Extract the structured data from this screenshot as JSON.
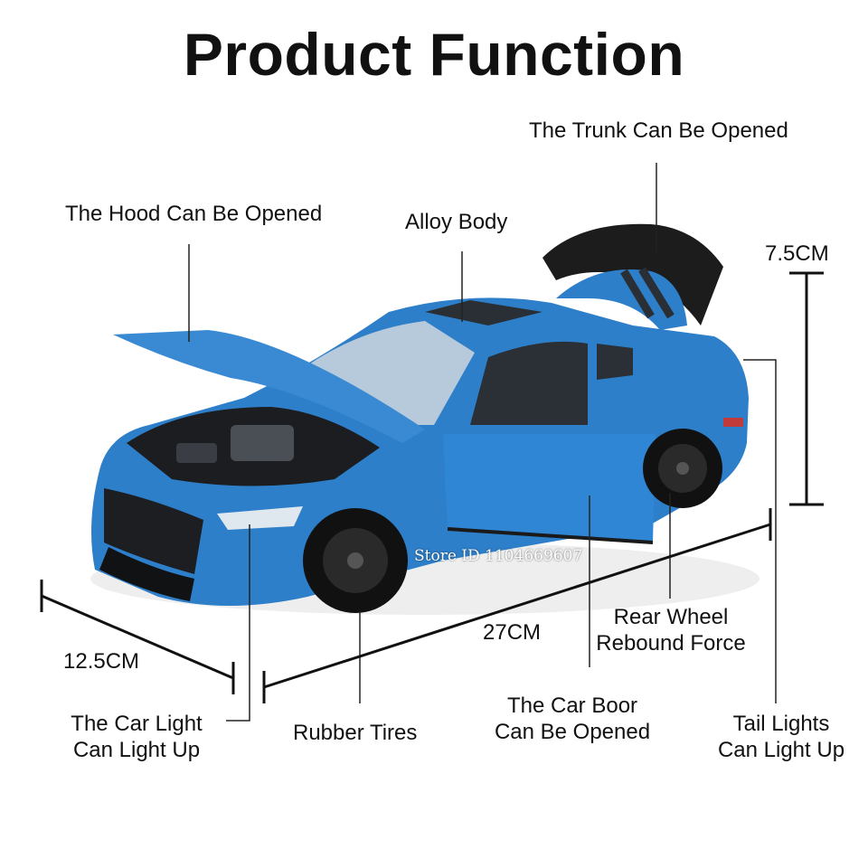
{
  "page": {
    "title": "Product Function"
  },
  "callouts": {
    "trunk": "The Trunk Can Be Opened",
    "hood": "The Hood Can Be Opened",
    "body": "Alloy Body",
    "rear_wheel": [
      "Rear Wheel",
      "Rebound Force"
    ],
    "car_light": [
      "The Car Light",
      "Can Light Up"
    ],
    "tires": "Rubber Tires",
    "door": [
      "The Car Boor",
      "Can Be Opened"
    ],
    "tail_lights": [
      "Tail Lights",
      "Can Light Up"
    ]
  },
  "dimensions": {
    "height": "7.5CM",
    "length": "27CM",
    "width": "12.5CM"
  },
  "watermark": "Store ID 1104669607",
  "colors": {
    "car_body": "#2e7fc9",
    "stripe": "#2a2f36",
    "text": "#111111",
    "background": "#ffffff"
  }
}
